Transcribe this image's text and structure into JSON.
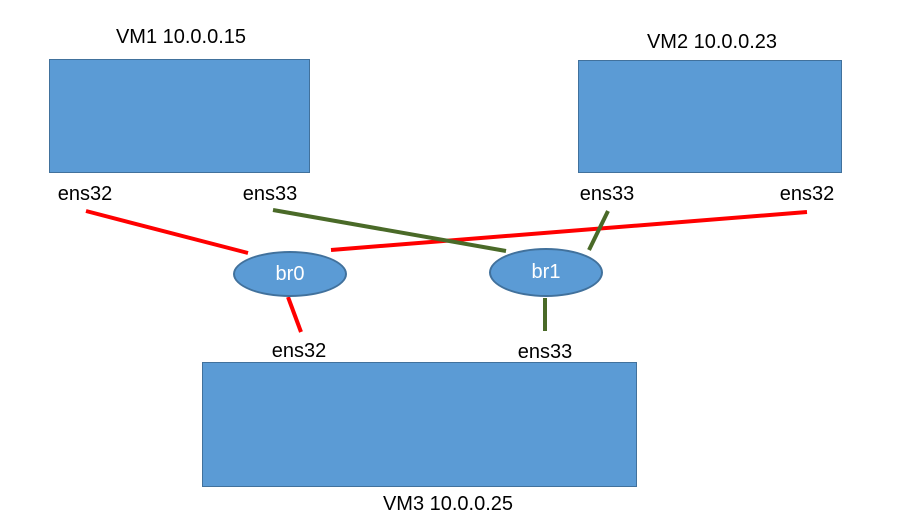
{
  "colors": {
    "node_fill": "#5B9BD5",
    "node_border": "#41719C",
    "link_red": "#FF0000",
    "link_green": "#4A6A28",
    "node_text": "#FFFFFF",
    "label_text": "#000000"
  },
  "nodes": {
    "vm1": {
      "type": "vm",
      "label": "VM1 10.0.0.15"
    },
    "vm2": {
      "type": "vm",
      "label": "VM2 10.0.0.23"
    },
    "vm3": {
      "type": "vm",
      "label": "VM3 10.0.0.25"
    },
    "br0": {
      "type": "bridge",
      "label": "br0"
    },
    "br1": {
      "type": "bridge",
      "label": "br1"
    }
  },
  "interfaces": {
    "vm1_ens32": "ens32",
    "vm1_ens33": "ens33",
    "vm2_ens33": "ens33",
    "vm2_ens32": "ens32",
    "vm3_ens32": "ens32",
    "vm3_ens33": "ens33"
  },
  "links": [
    {
      "from": "vm1.ens32",
      "to": "br0",
      "color": "red"
    },
    {
      "from": "vm2.ens32",
      "to": "br0",
      "color": "red"
    },
    {
      "from": "br0",
      "to": "vm3.ens32",
      "color": "red"
    },
    {
      "from": "vm1.ens33",
      "to": "br1",
      "color": "green"
    },
    {
      "from": "vm2.ens33",
      "to": "br1",
      "color": "green"
    },
    {
      "from": "br1",
      "to": "vm3.ens33",
      "color": "green"
    }
  ]
}
